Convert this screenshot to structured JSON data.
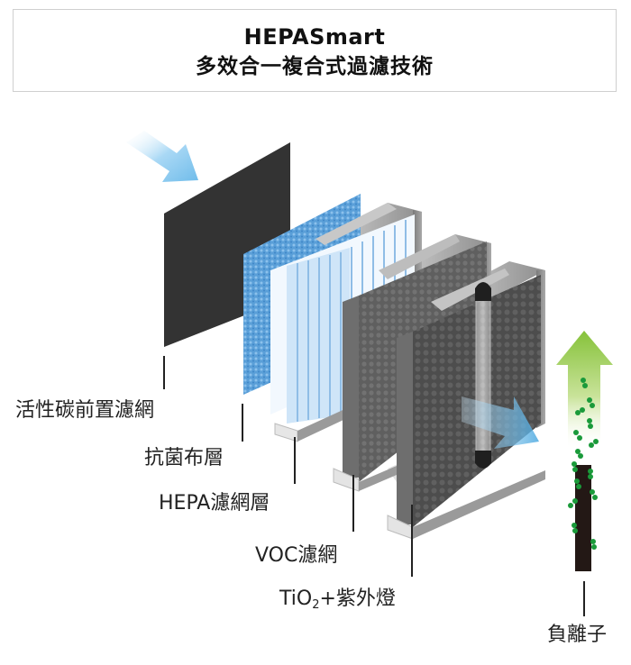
{
  "header": {
    "title": "HEPASmart",
    "subtitle": "多效合一複合式過濾技術"
  },
  "layers": [
    {
      "id": "carbon-prefilter",
      "label": "活性碳前置濾網",
      "color": "#2e2e2e"
    },
    {
      "id": "antibacterial",
      "label": "抗菌布層",
      "color": "#5b9bd5"
    },
    {
      "id": "hepa",
      "label": "HEPA濾網層",
      "color": "#d6e9fb"
    },
    {
      "id": "voc",
      "label": "VOC濾網",
      "color": "#6a6a6a"
    },
    {
      "id": "tio2-uv",
      "label_main": "TiO",
      "label_sub": "2",
      "label_rest": "+紫外燈",
      "color": "#555555"
    },
    {
      "id": "negative-ion",
      "label": "負離子",
      "color": "#231815"
    }
  ],
  "colors": {
    "airflow_arrow": "#7cc3ee",
    "ion_arrow": "#8cc63f",
    "ion_particles": "#1a9a3a",
    "frame": "#9a9a9a",
    "title_border": "#cfcfcf"
  }
}
